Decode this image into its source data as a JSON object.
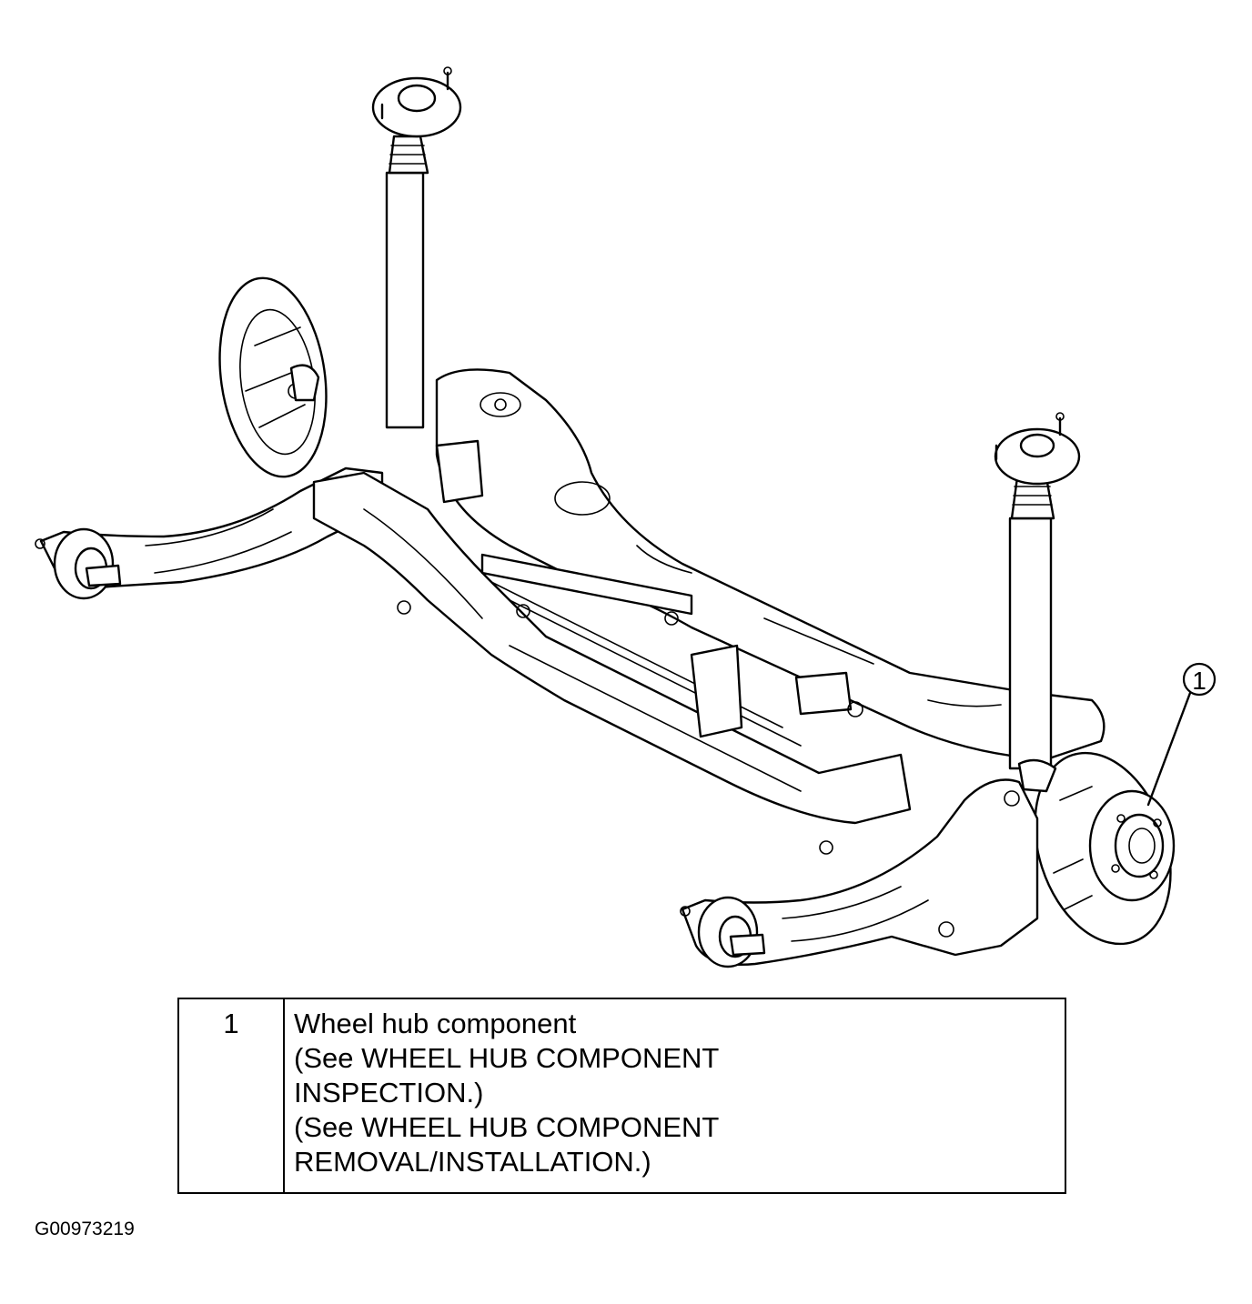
{
  "callouts": [
    {
      "number": "1"
    }
  ],
  "legend": {
    "rows": [
      {
        "number": "1",
        "lines": [
          "Wheel hub component",
          "(See WHEEL HUB COMPONENT",
          "INSPECTION.)",
          "(See WHEEL HUB COMPONENT",
          "REMOVAL/INSTALLATION.)"
        ]
      }
    ]
  },
  "figure_id": "G00973219"
}
